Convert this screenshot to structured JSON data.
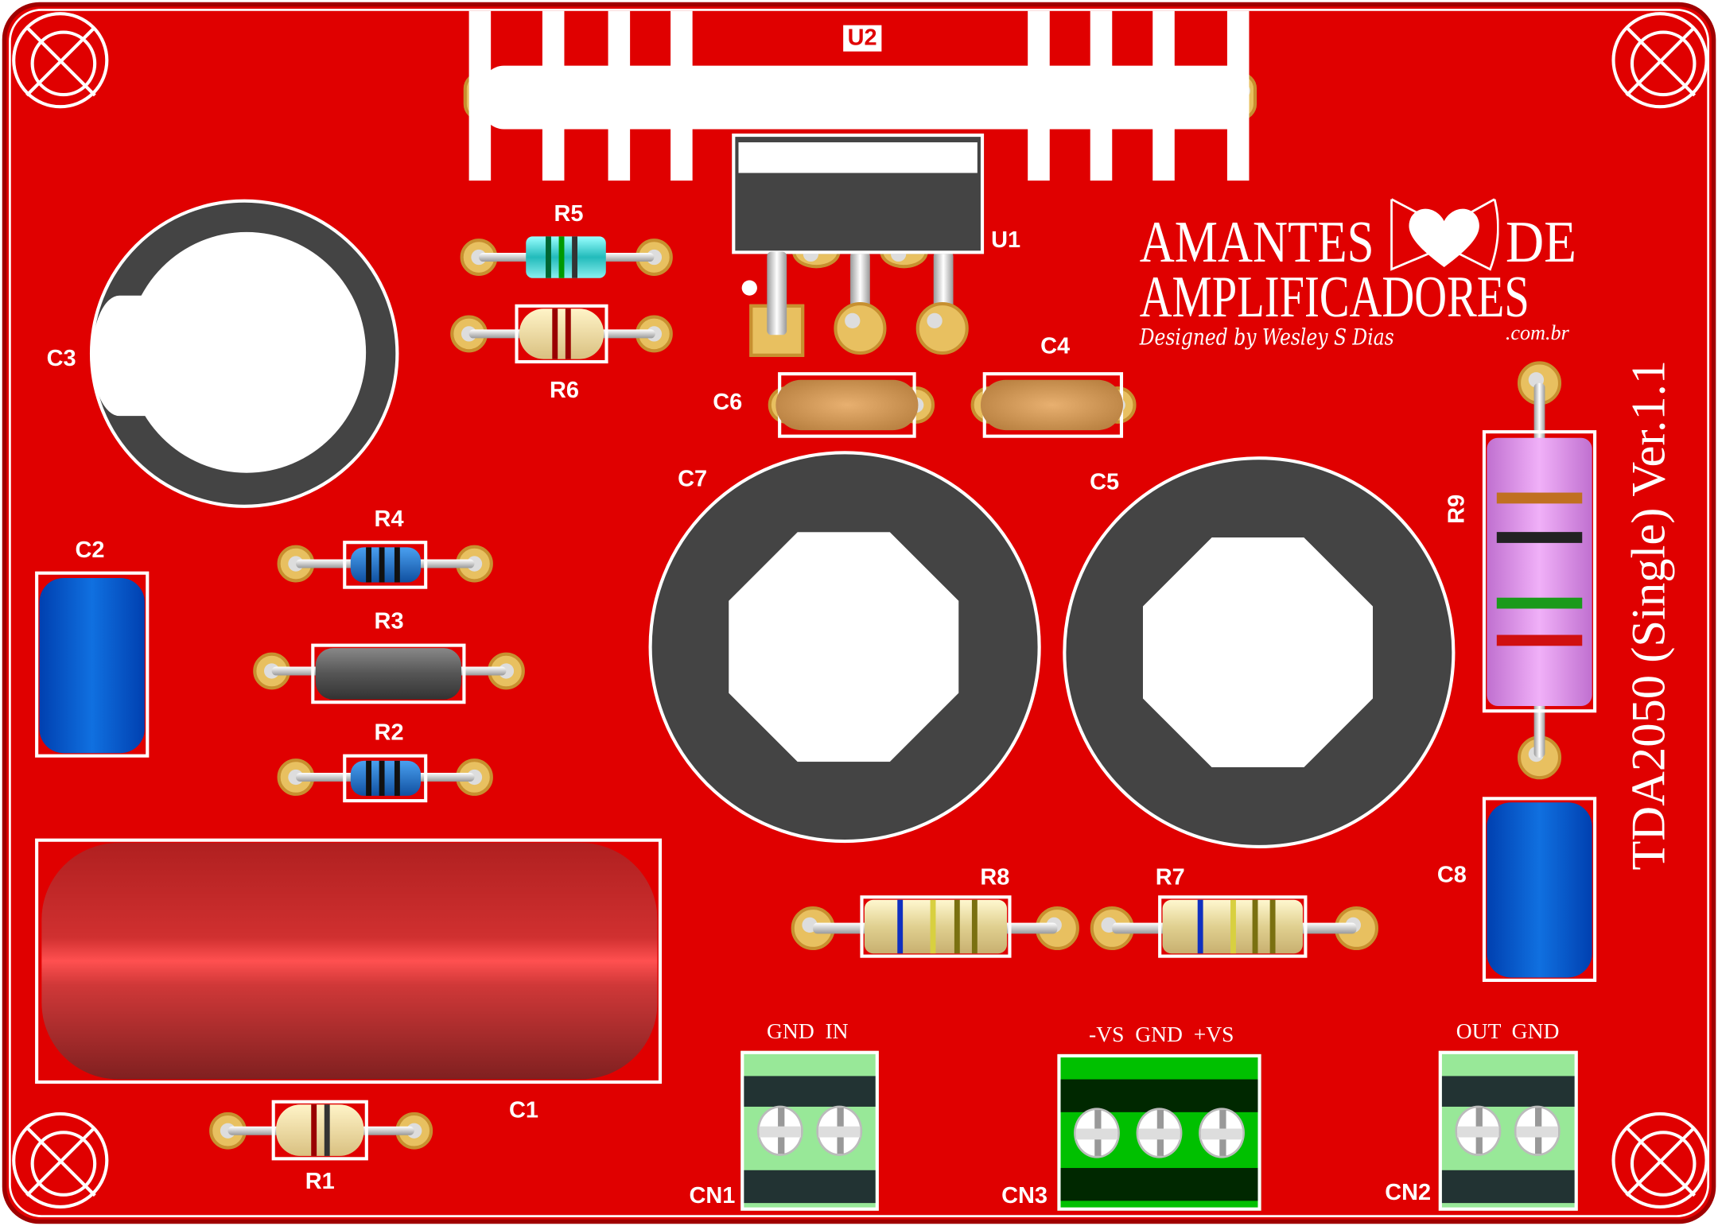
{
  "board": {
    "title": "TDA2050 (Single) Ver.1.1",
    "color": "#e00000"
  },
  "logo": {
    "line1a": "AMANTES",
    "line1b": "DE",
    "line2": "AMPLIFICADORES",
    "signature": "Designed by Wesley S Dias",
    "domain": ".com.br"
  },
  "refs": {
    "U1": "U1",
    "U2": "U2",
    "C1": "C1",
    "C2": "C2",
    "C3": "C3",
    "C4": "C4",
    "C5": "C5",
    "C6": "C6",
    "C7": "C7",
    "C8": "C8",
    "R1": "R1",
    "R2": "R2",
    "R3": "R3",
    "R4": "R4",
    "R5": "R5",
    "R6": "R6",
    "R7": "R7",
    "R8": "R8",
    "R9": "R9",
    "CN1": "CN1",
    "CN2": "CN2",
    "CN3": "CN3"
  },
  "connectors": {
    "CN1": "GND  IN",
    "CN3": "-VS  GND  +VS",
    "CN2": "OUT  GND"
  }
}
